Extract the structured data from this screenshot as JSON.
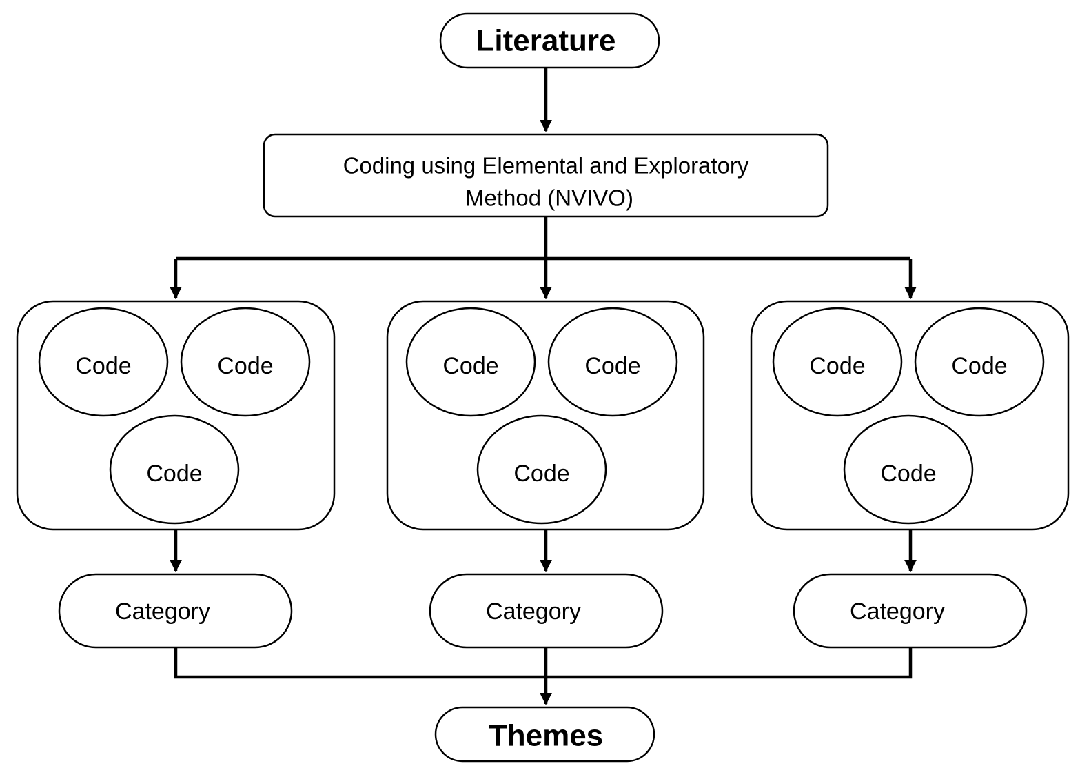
{
  "diagram": {
    "top_node": {
      "label": "Literature"
    },
    "process_node": {
      "line1": "Coding using Elemental and Exploratory",
      "line2": "Method (NVIVO)"
    },
    "groups": [
      {
        "codes": [
          "Code",
          "Code",
          "Code"
        ],
        "category": "Category"
      },
      {
        "codes": [
          "Code",
          "Code",
          "Code"
        ],
        "category": "Category"
      },
      {
        "codes": [
          "Code",
          "Code",
          "Code"
        ],
        "category": "Category"
      }
    ],
    "bottom_node": {
      "label": "Themes"
    }
  }
}
